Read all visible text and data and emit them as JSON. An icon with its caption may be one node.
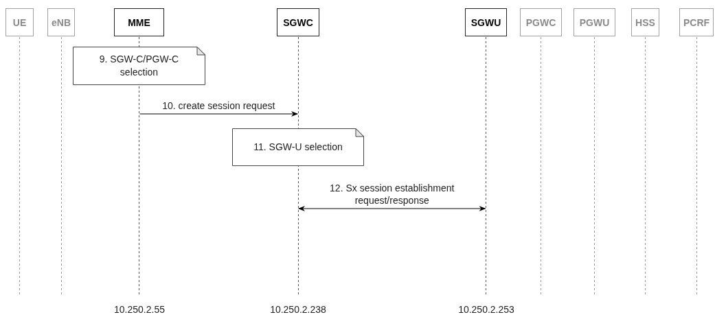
{
  "diagram": {
    "nodes": [
      {
        "text": [
          "UE"
        ]
      },
      {
        "text": [
          "eNB"
        ]
      },
      {
        "text": [
          "MME"
        ]
      },
      {
        "text": [
          "SGWC"
        ]
      },
      {
        "text": [
          "SGWU"
        ]
      },
      {
        "text": [
          "PGWC"
        ]
      },
      {
        "text": [
          "PGWU"
        ]
      },
      {
        "text": [
          "HSS"
        ]
      },
      {
        "text": [
          "PCRF"
        ]
      },
      {
        "text": [
          "9. SGW-C/PGW-C selection"
        ]
      },
      {
        "text": [
          "11. SGW-U selection"
        ]
      }
    ],
    "edges": [
      {
        "from": 2,
        "to": 3,
        "arrow": "to",
        "label": "10. create session request"
      },
      {
        "from": 3,
        "to": 4,
        "arrow": "both",
        "label": "12. Sx session establishment request/response"
      }
    ],
    "labels": [
      "10.250.2.55",
      "10.250.2.238",
      "10.250.2.253"
    ]
  }
}
